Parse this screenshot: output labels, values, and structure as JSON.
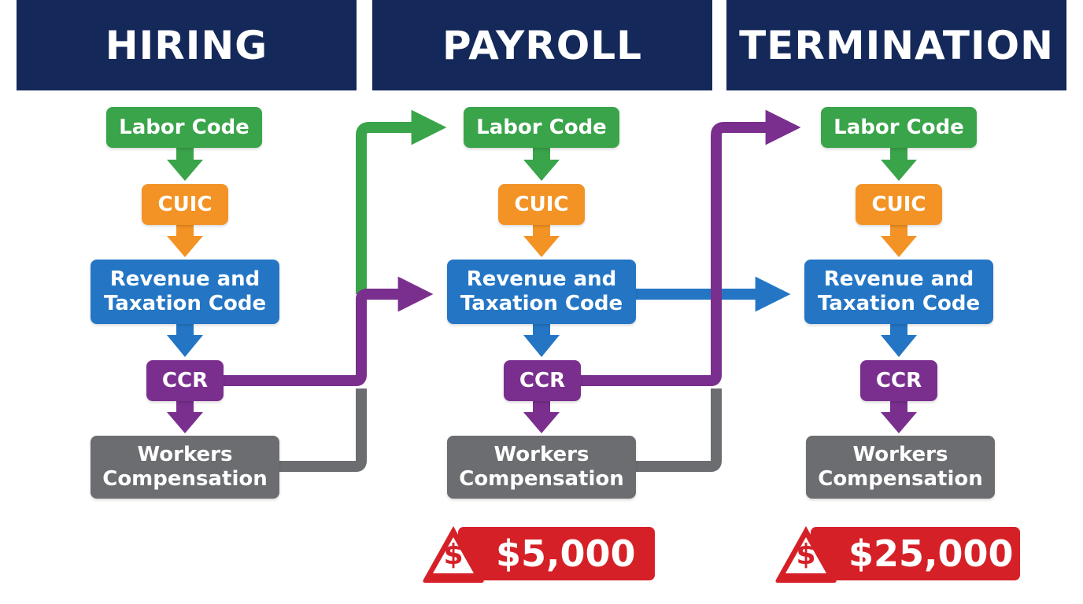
{
  "headers": [
    "HIRING",
    "PAYROLL",
    "TERMINATION"
  ],
  "columns": [
    {
      "labor_code": "Labor Code",
      "cuic": "CUIC",
      "revenue_line1": "Revenue and",
      "revenue_line2": "Taxation Code",
      "ccr": "CCR",
      "wc_line1": "Workers",
      "wc_line2": "Compensation"
    },
    {
      "labor_code": "Labor Code",
      "cuic": "CUIC",
      "revenue_line1": "Revenue and",
      "revenue_line2": "Taxation Code",
      "ccr": "CCR",
      "wc_line1": "Workers",
      "wc_line2": "Compensation"
    },
    {
      "labor_code": "Labor Code",
      "cuic": "CUIC",
      "revenue_line1": "Revenue and",
      "revenue_line2": "Taxation Code",
      "ccr": "CCR",
      "wc_line1": "Workers",
      "wc_line2": "Compensation"
    }
  ],
  "penalties": {
    "payroll": "$5,000",
    "termination": "$25,000",
    "icon_symbol": "$",
    "icon": "warning-triangle-dollar-icon"
  },
  "colors": {
    "header_bg": "#14285a",
    "labor_code": "#3aa44a",
    "cuic": "#f39325",
    "revenue": "#2476c5",
    "ccr": "#7a2f8e",
    "workers_comp": "#6b6d70",
    "penalty": "#d62027"
  }
}
